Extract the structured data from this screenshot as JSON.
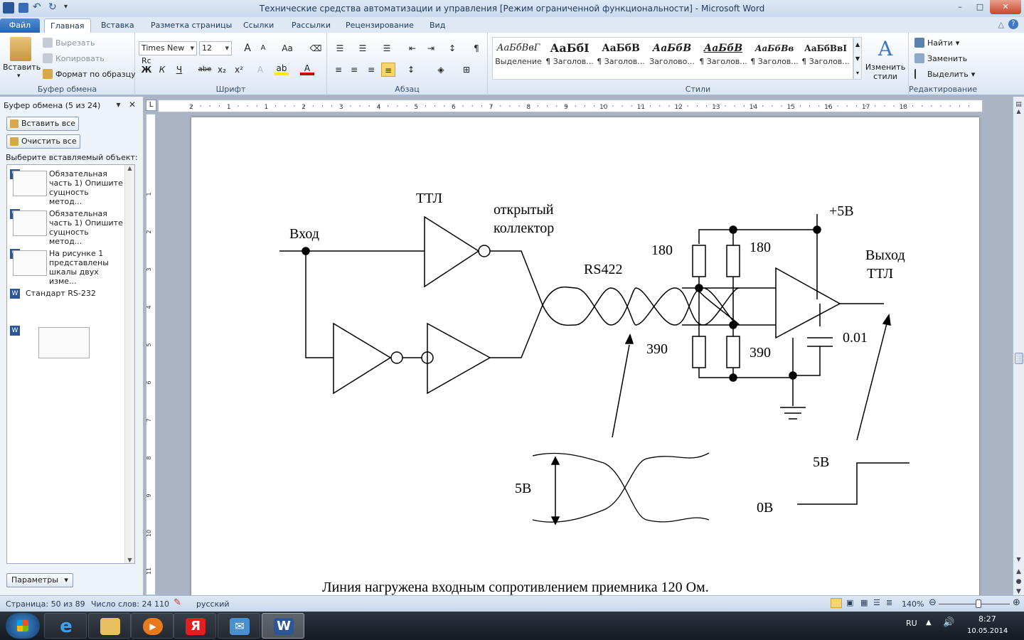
{
  "window": {
    "title": "Технические средства автоматизации и управления [Режим ограниченной функциональности]  -  Microsoft Word",
    "buttons": {
      "minimize": "–",
      "maximize": "□",
      "close": "✕"
    }
  },
  "tabs": [
    "Файл",
    "Главная",
    "Вставка",
    "Разметка страницы",
    "Ссылки",
    "Рассылки",
    "Рецензирование",
    "Вид"
  ],
  "ribbon": {
    "clipboard": {
      "paste": "Вставить",
      "cut": "Вырезать",
      "copy": "Копировать",
      "format_painter": "Формат по образцу",
      "label": "Буфер обмена"
    },
    "font": {
      "font_name": "Times New Rc",
      "font_size": "12",
      "label": "Шрифт",
      "grow": "A",
      "shrink": "A",
      "case": "Aa",
      "bold": "Ж",
      "italic": "К",
      "underline": "Ч",
      "strike": "abe",
      "subscript": "x₂",
      "superscript": "x²",
      "font_color_letter": "A"
    },
    "paragraph": {
      "label": "Абзац",
      "pilcrow": "¶"
    },
    "styles": {
      "label": "Стили",
      "items": [
        {
          "sample": "АаБбВвГ",
          "name": "Выделение"
        },
        {
          "sample": "АаБбI",
          "name": "¶ Заголов..."
        },
        {
          "sample": "АаБбВ",
          "name": "¶ Заголов..."
        },
        {
          "sample": "АаБбВ",
          "name": "Заголово..."
        },
        {
          "sample": "АаБбВ",
          "name": "¶ Заголов..."
        },
        {
          "sample": "АаБбВв",
          "name": "¶ Заголов..."
        },
        {
          "sample": "АаБбВвI",
          "name": "¶ Заголов..."
        }
      ],
      "change_styles": "Изменить стили"
    },
    "editing": {
      "label": "Редактирование",
      "find": "Найти",
      "replace": "Заменить",
      "select": "Выделить"
    }
  },
  "clipboard_pane": {
    "title": "Буфер обмена (5 из 24)",
    "paste_all": "Вставить все",
    "clear_all": "Очистить все",
    "prompt": "Выберите вставляемый объект:",
    "items": [
      {
        "text": "Обязательная часть 1) Опишите сущность метод..."
      },
      {
        "text": "Обязательная часть 1) Опишите сущность метод..."
      },
      {
        "text": "На рисунке 1 представлены шкалы двух изме..."
      },
      {
        "text": "Стандарт RS-232"
      },
      {
        "text": ""
      }
    ],
    "params": "Параметры"
  },
  "ruler": {
    "horizontal_labels": [
      "2",
      "1",
      "1",
      "2",
      "3",
      "4",
      "5",
      "6",
      "7",
      "8",
      "9",
      "10",
      "11",
      "12",
      "13",
      "14",
      "15",
      "16",
      "17",
      "18"
    ],
    "vertical_labels": [
      "1",
      "2",
      "3",
      "4",
      "5",
      "6",
      "7",
      "8",
      "9",
      "10",
      "11"
    ]
  },
  "diagram": {
    "labels": {
      "input": "Вход",
      "ttl": "ТТЛ",
      "open_collector_1": "открытый",
      "open_collector_2": "коллектор",
      "rs422": "RS422",
      "plus5v": "+5В",
      "r180_left": "180",
      "r180_right": "180",
      "r390_left": "390",
      "r390_right": "390",
      "output_1": "Выход",
      "output_2": "ТТЛ",
      "cap": "0.01",
      "v5_diff": "5В",
      "v5_out": "5В",
      "v0_out": "0В"
    },
    "caption": "Линия нагружена входным сопротивлением приемника 120 Ом."
  },
  "statusbar": {
    "page": "Страница: 50 из 89",
    "words": "Число слов: 24 110",
    "language": "русский",
    "zoom": "140%"
  },
  "taskbar": {
    "lang": "RU",
    "time": "8:27",
    "date": "10.05.2014"
  }
}
